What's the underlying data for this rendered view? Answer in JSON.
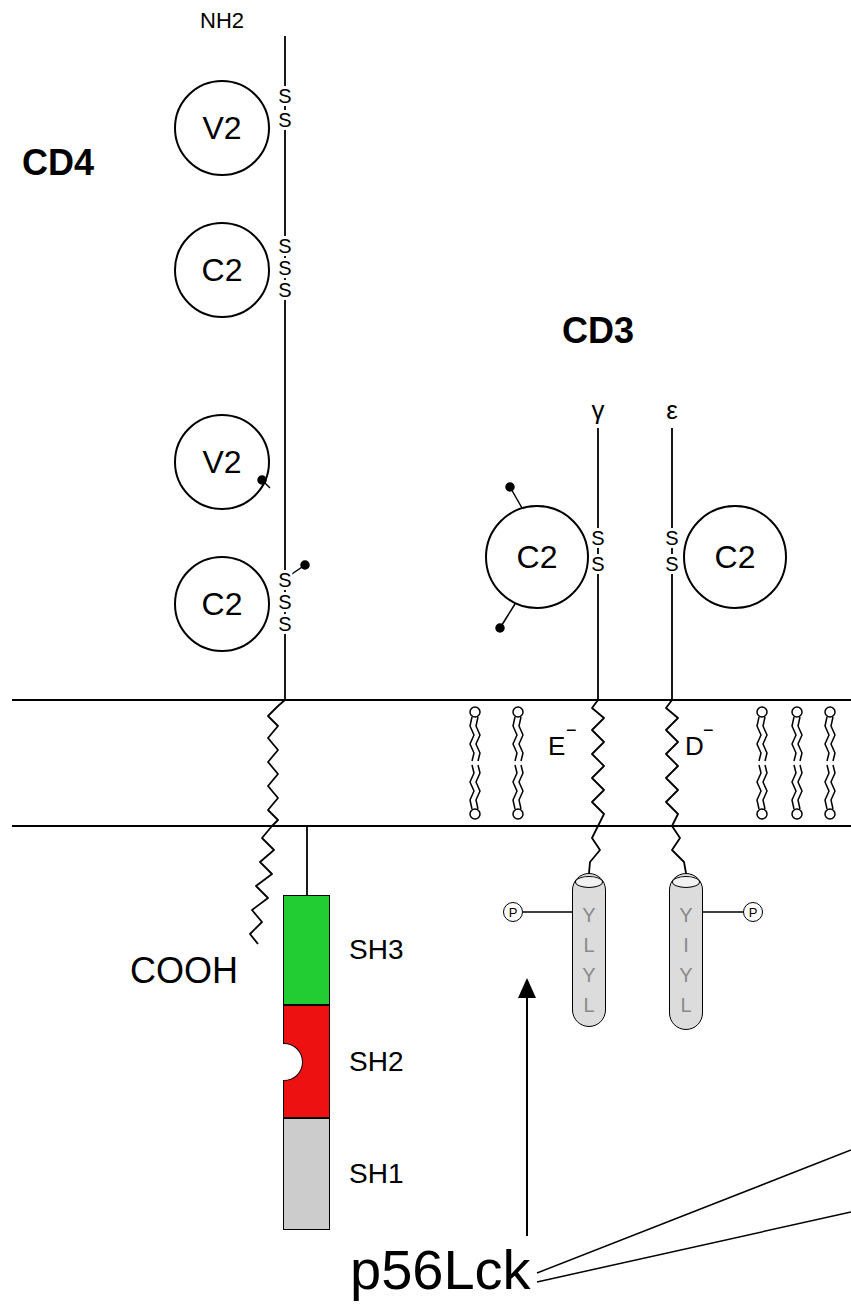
{
  "diagram": {
    "nodes": [
      {
        "text": [
          "V2"
        ]
      },
      {
        "text": [
          "C2"
        ]
      },
      {
        "text": [
          "V2"
        ]
      },
      {
        "text": [
          "C2"
        ]
      },
      {
        "text": [
          "C2"
        ]
      },
      {
        "text": [
          "C2"
        ]
      },
      {
        "text": [
          "SH3"
        ]
      },
      {
        "text": [
          "SH2"
        ]
      },
      {
        "text": [
          "SH1"
        ]
      },
      {
        "text": [
          "P"
        ]
      },
      {
        "text": [
          "Y L Y L"
        ]
      },
      {
        "text": [
          "Y I Y L"
        ]
      },
      {
        "text": [
          "P"
        ]
      }
    ],
    "edges": [
      {
        "from": 9,
        "to": 10,
        "arrow": "none"
      },
      {
        "from": 11,
        "to": 12,
        "arrow": "none"
      }
    ],
    "labels": [
      "NH2",
      "CD4",
      "S",
      "S",
      "S",
      "S",
      "S",
      "S",
      "S",
      "S",
      "CD3",
      "γ",
      "ε",
      "S",
      "S",
      "S",
      "S",
      "E",
      "−",
      "D",
      "−",
      "COOH",
      "p56Lck"
    ]
  }
}
